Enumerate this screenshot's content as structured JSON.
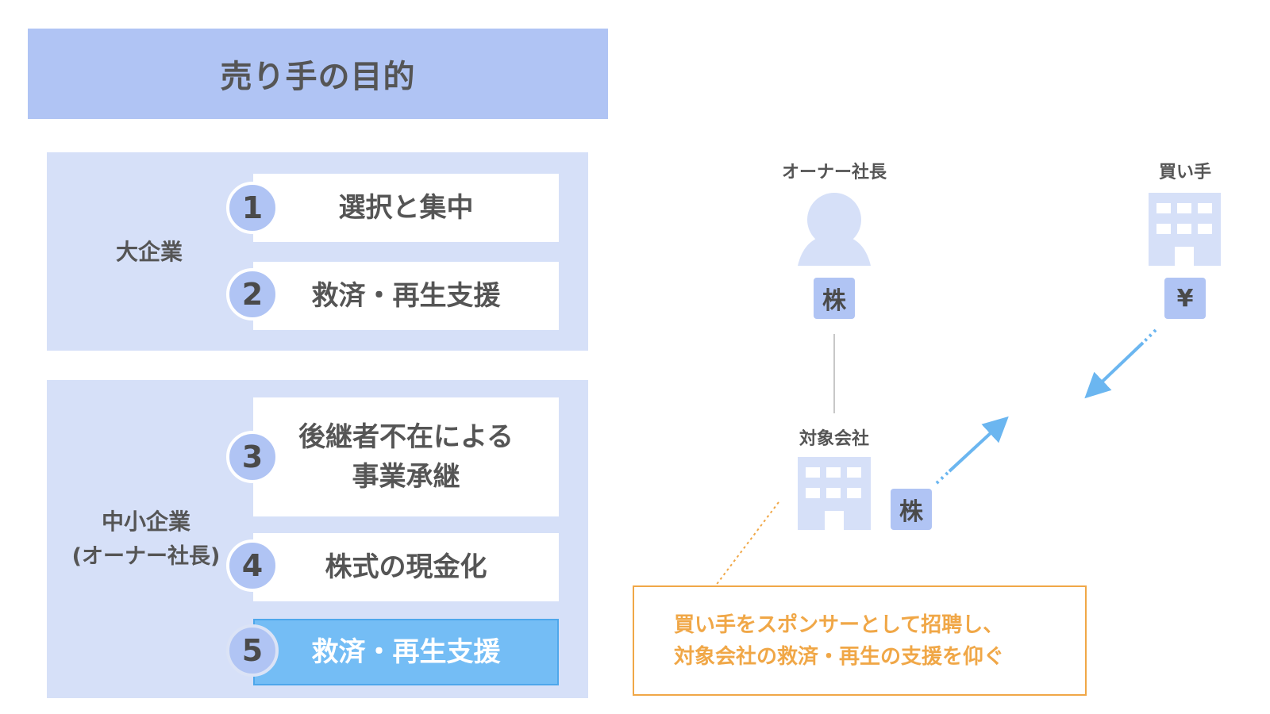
{
  "title": "売り手の目的",
  "groups": [
    {
      "label_line1": "大企業",
      "items": [
        {
          "num": "1",
          "label_lines": [
            "選択と集中"
          ]
        },
        {
          "num": "2",
          "label_lines": [
            "救済・再生支援"
          ]
        }
      ]
    },
    {
      "label_line1": "中小企業",
      "label_line2": "(オーナー社長)",
      "items": [
        {
          "num": "3",
          "label_lines": [
            "後継者不在による",
            "事業承継"
          ]
        },
        {
          "num": "4",
          "label_lines": [
            "株式の現金化"
          ]
        },
        {
          "num": "5",
          "label_lines": [
            "救済・再生支援"
          ]
        }
      ]
    }
  ],
  "diagram": {
    "owner_label": "オーナー社長",
    "owner_badge": "株",
    "buyer_label": "買い手",
    "buyer_badge": "¥",
    "target_label": "対象会社",
    "target_badge": "株",
    "person_icon": "person-icon",
    "building_icon": "building-icon",
    "note_lines": [
      "買い手をスポンサーとして招聘し、",
      "対象会社の救済・再生の支援を仰ぐ"
    ]
  },
  "colors": {
    "title_bg": "#b0c4f4",
    "panel_bg": "#d6e0f8",
    "active_item": "#74bdf5",
    "arrow": "#6bb6f0",
    "note": "#f0a747",
    "icon": "#d6e0f8",
    "badge": "#b0c4f4"
  }
}
